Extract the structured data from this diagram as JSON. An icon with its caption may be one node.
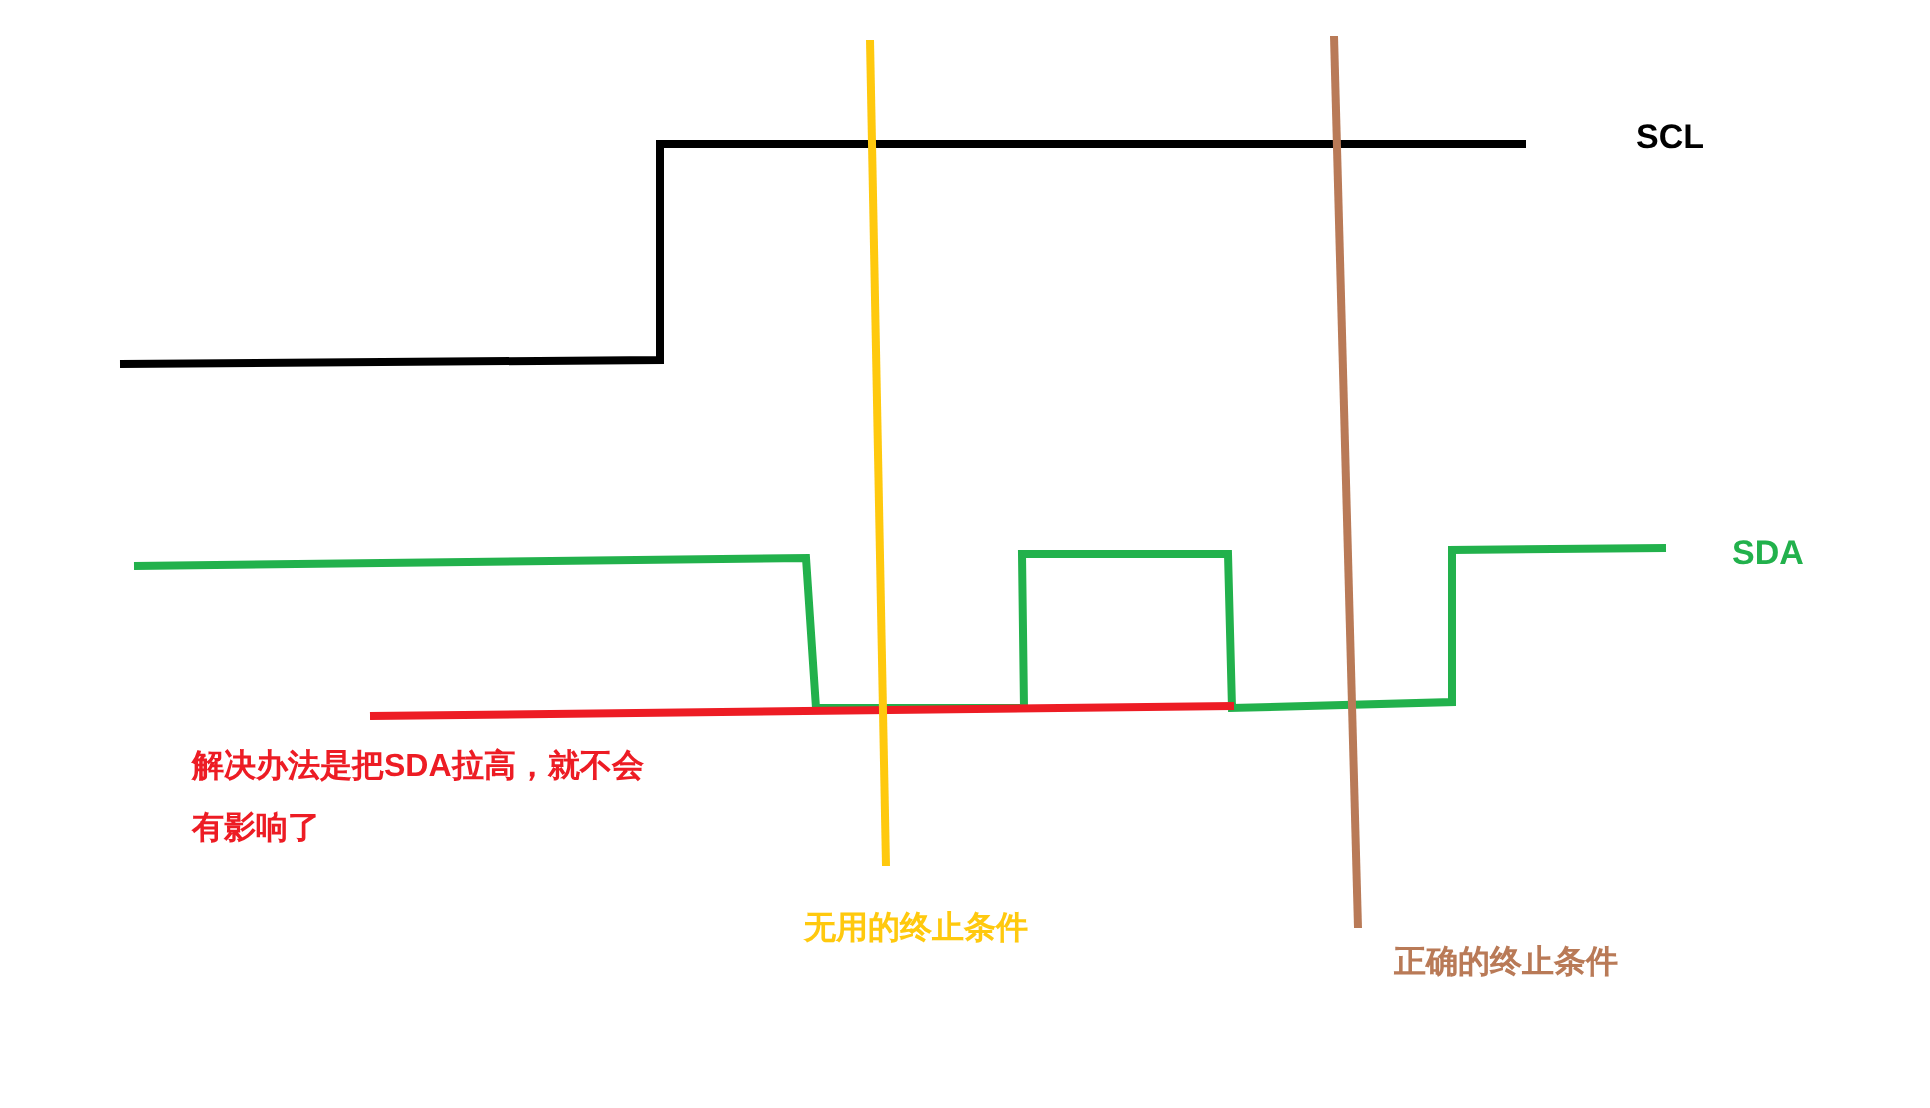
{
  "diagram": {
    "labels": [
      "SCL",
      "SDA",
      "解决办法是把SDA拉高，就不会有影响了",
      "无用的终止条件",
      "正确的终止条件"
    ]
  }
}
